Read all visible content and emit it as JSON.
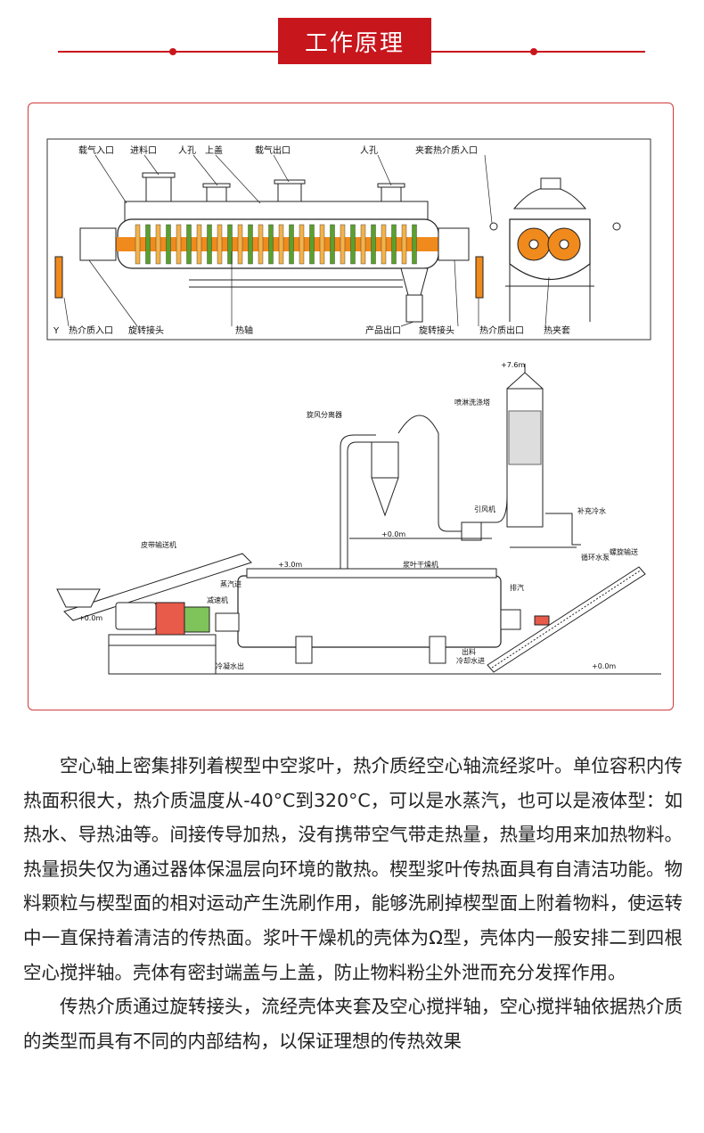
{
  "header": {
    "title": "工作原理"
  },
  "top_diagram": {
    "labels": {
      "gas_inlet": "载气入口",
      "feed_inlet": "进料口",
      "manhole_1": "人孔",
      "top_cover": "上盖",
      "gas_outlet": "载气出口",
      "manhole_2": "人孔",
      "jacket_medium_inlet": "夹套热介质入口",
      "medium_inlet": "热介质入口",
      "rotary_joint_1": "旋转接头",
      "hot_shaft": "热轴",
      "product_outlet": "产品出口",
      "rotary_joint_2": "旋转接头",
      "medium_outlet": "热介质出口",
      "hot_jacket": "热夹套",
      "corner_mark": "Y"
    }
  },
  "bottom_diagram": {
    "labels": {
      "elevation_top": "+7.6m",
      "spray_tower": "喷淋洗涤塔",
      "cyclone": "旋风分离器",
      "fan": "引风机",
      "make_up_water": "补充冷水",
      "elevation_mid": "+0.0m",
      "circulating_pump": "循环水泵",
      "belt_conveyor": "皮带输送机",
      "elevation_platform": "+3.0m",
      "dryer": "浆叶干燥机",
      "screw_conveyor": "螺旋输送",
      "elevation_left": "+0.0m",
      "steam_in": "蒸汽进",
      "reducer": "减速机",
      "condensate_out": "冷凝水出",
      "discharge": "出料",
      "vent": "排汽",
      "cooling_water_in": "冷却水进",
      "elevation_right": "+0.0m"
    }
  },
  "paragraphs": [
    "空心轴上密集排列着楔型中空浆叶，热介质经空心轴流经浆叶。单位容积内传热面积很大，热介质温度从-40°C到320°C，可以是水蒸汽，也可以是液体型：如热水、导热油等。间接传导加热，没有携带空气带走热量，热量均用来加热物料。热量损失仅为通过器体保温层向环境的散热。楔型浆叶传热面具有自清洁功能。物料颗粒与楔型面的相对运动产生洗刷作用，能够洗刷掉楔型面上附着物料，使运转中一直保持着清洁的传热面。浆叶干燥机的壳体为Ω型，壳体内一般安排二到四根空心搅拌轴。壳体有密封端盖与上盖，防止物料粉尘外泄而充分发挥作用。",
    "传热介质通过旋转接头，流经壳体夹套及空心搅拌轴，空心搅拌轴依据热介质的类型而具有不同的内部结构，以保证理想的传热效果"
  ],
  "colors": {
    "accent": "#c8161d",
    "frame_border": "#d23a3a",
    "shaft_orange": "#f08a1c",
    "blade_green": "#5aa02c"
  }
}
